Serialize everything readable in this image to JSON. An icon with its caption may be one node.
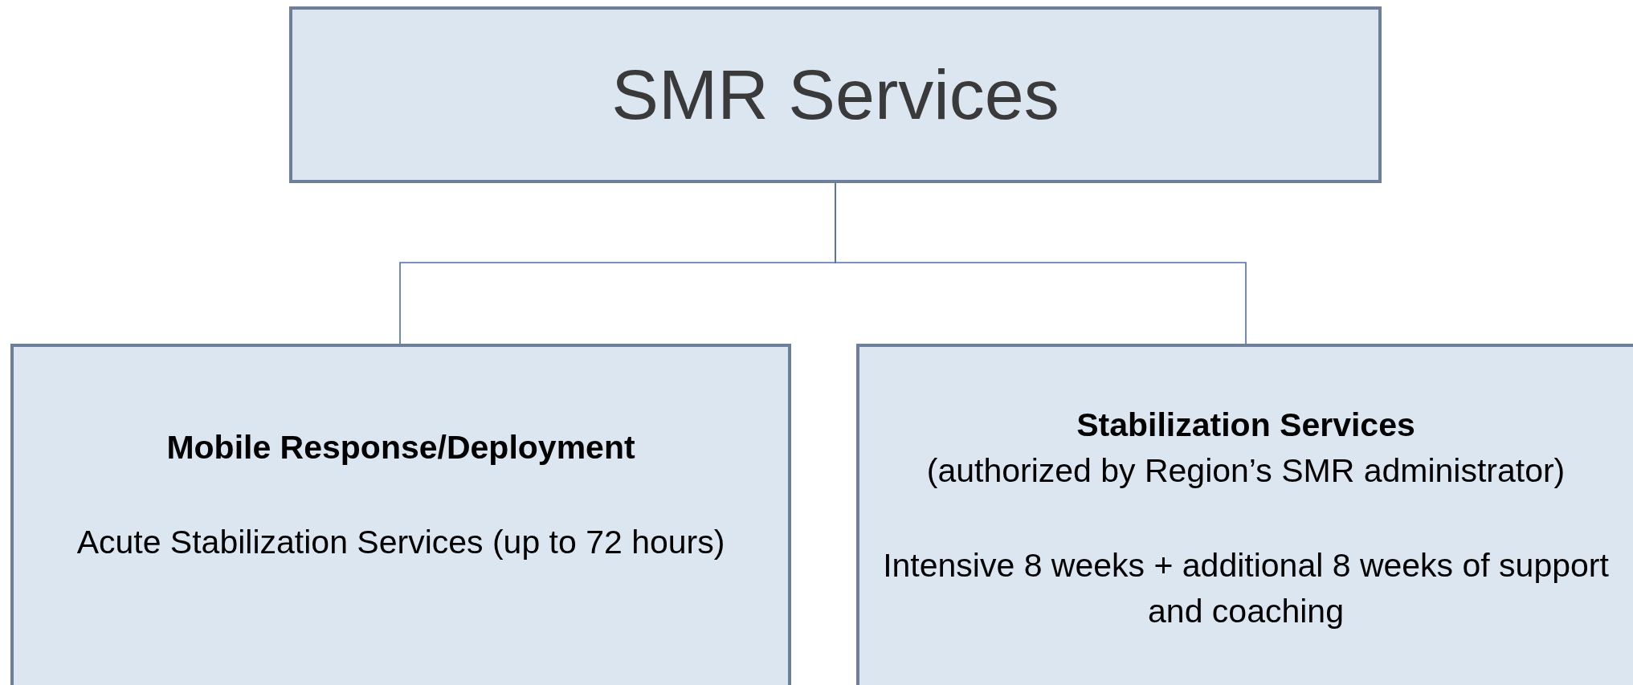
{
  "diagram": {
    "nodes": [
      {
        "text": [
          "SMR Services"
        ]
      },
      {
        "text": [
          "Mobile Response/Deployment",
          "Acute Stabilization Services (up to 72 hours)"
        ]
      },
      {
        "text": [
          "Stabilization Services",
          "(authorized by Region’s SMR administrator)",
          "Intensive 8 weeks + additional 8 weeks of support and coaching"
        ]
      }
    ],
    "edges": [
      {
        "from": 0,
        "to": 1,
        "arrow": "none"
      },
      {
        "from": 0,
        "to": 2,
        "arrow": "none"
      }
    ]
  }
}
